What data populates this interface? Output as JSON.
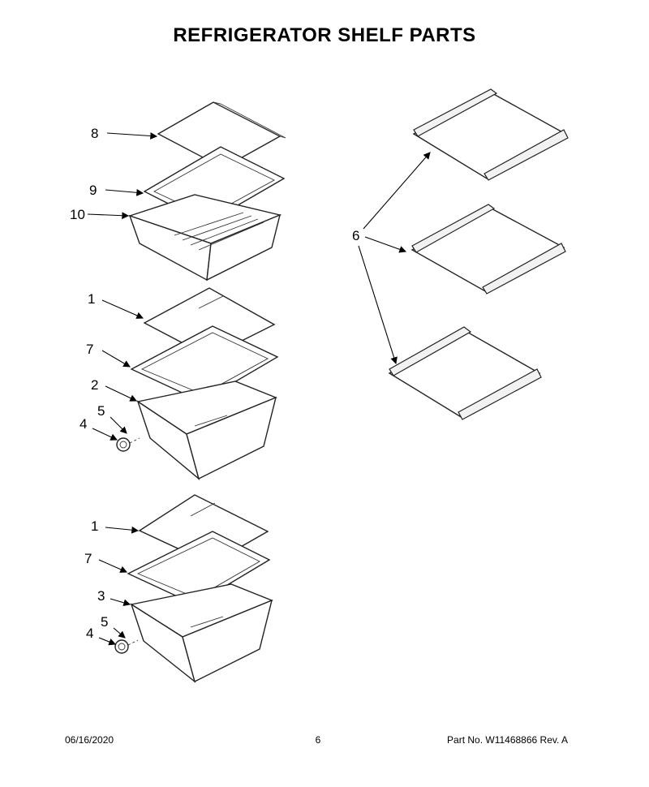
{
  "title": "REFRIGERATOR SHELF PARTS",
  "callouts": {
    "c8": "8",
    "c9": "9",
    "c10": "10",
    "c1a": "1",
    "c7a": "7",
    "c2": "2",
    "c5a": "5",
    "c4a": "4",
    "c1b": "1",
    "c7b": "7",
    "c3": "3",
    "c5b": "5",
    "c4b": "4",
    "c6": "6"
  },
  "footer": {
    "date": "06/16/2020",
    "page": "6",
    "part": "Part No.  W11468866  Rev.  A"
  }
}
